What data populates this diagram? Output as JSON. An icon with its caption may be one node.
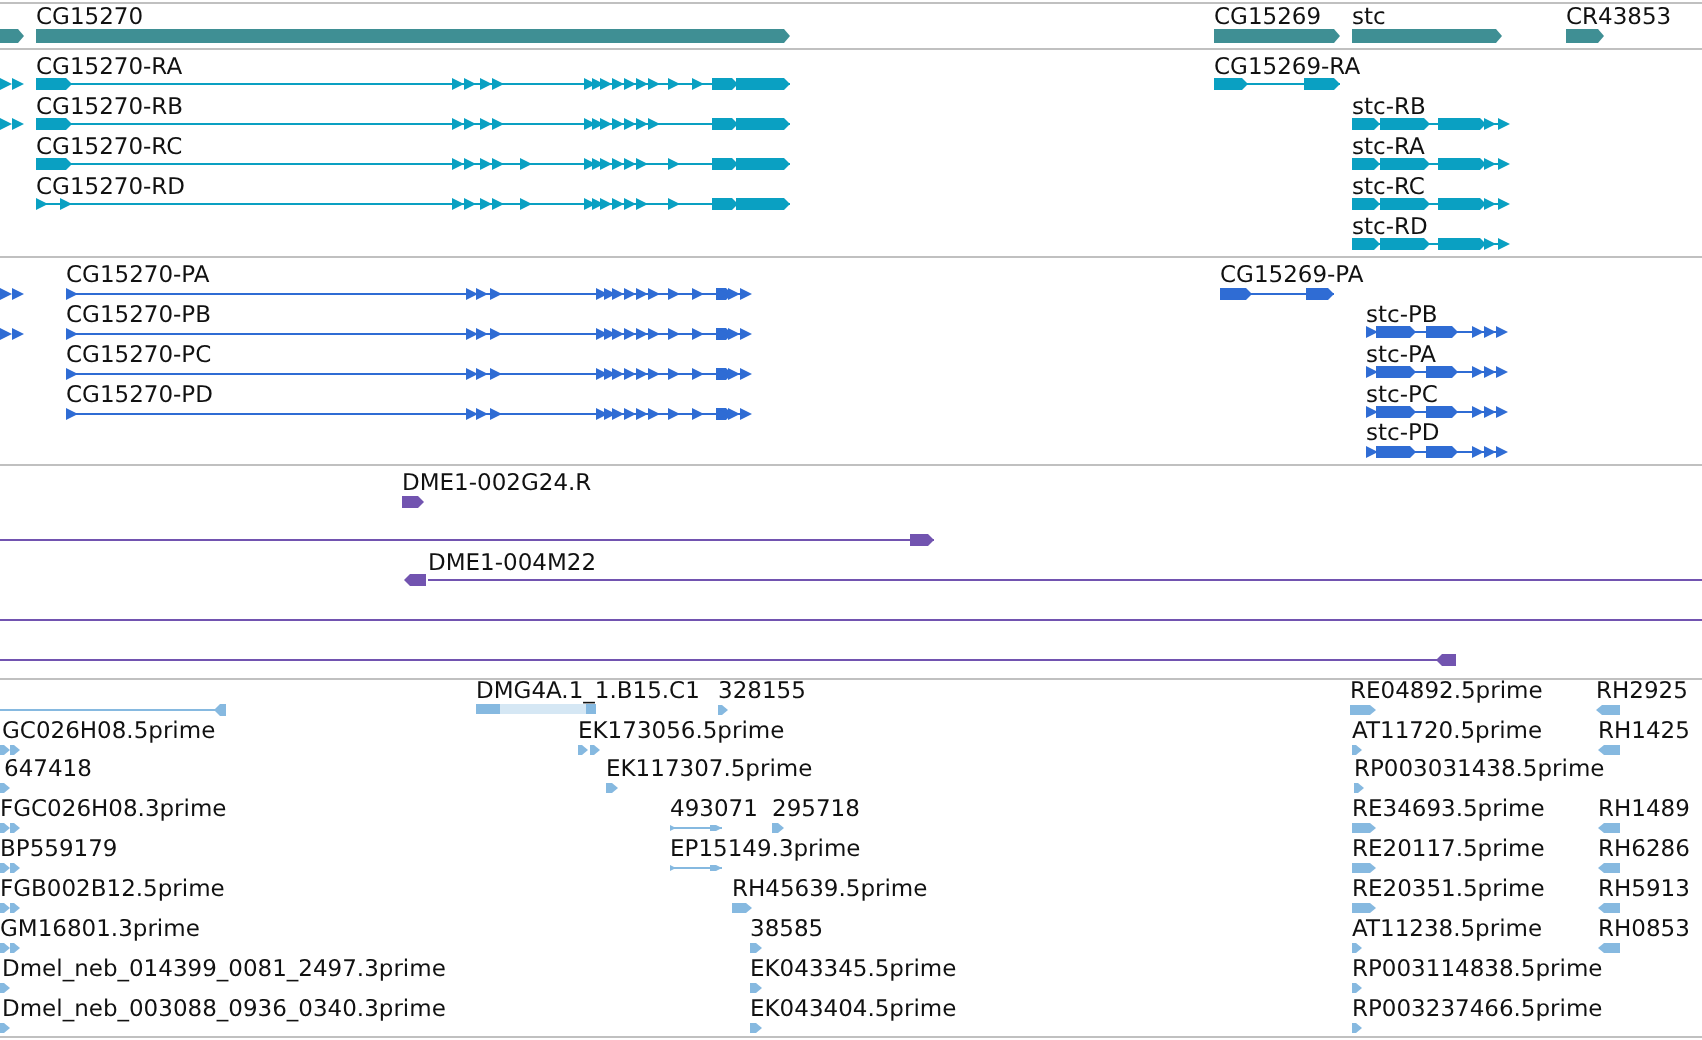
{
  "diagram": {
    "labels": [
      "CG15270",
      "CG15269",
      "stc",
      "CR43853",
      "CG15270-RA",
      "CG15269-RA",
      "CG15270-RB",
      "stc-RB",
      "CG15270-RC",
      "stc-RA",
      "CG15270-RD",
      "stc-RC",
      "stc-RD",
      "CG15270-PA",
      "CG15269-PA",
      "CG15270-PB",
      "stc-PB",
      "CG15270-PC",
      "stc-PA",
      "CG15270-PD",
      "stc-PC",
      "stc-PD",
      "DME1-002G24.R",
      "DME1-004M22",
      "DMG4A.1_1.B15.C1",
      "328155",
      "RE04892.5prime",
      "RH2925",
      "GC026H08.5prime",
      "EK173056.5prime",
      "AT11720.5prime",
      "RH1425",
      "647418",
      "EK117307.5prime",
      "RP003031438.5prime",
      "FGC026H08.3prime",
      "493071",
      "295718",
      "RE34693.5prime",
      "RH1489",
      "BP559179",
      "EP15149.3prime",
      "RE20117.5prime",
      "RH6286",
      "FGB002B12.5prime",
      "RH45639.5prime",
      "RE20351.5prime",
      "RH5913",
      "GM16801.3prime",
      "38585",
      "AT11238.5prime",
      "RH0853",
      "Dmel_neb_014399_0081_2497.3prime",
      "EK043345.5prime",
      "RP003114838.5prime",
      "Dmel_neb_003088_0936_0340.3prime",
      "EK043404.5prime",
      "RP003237466.5prime"
    ]
  }
}
